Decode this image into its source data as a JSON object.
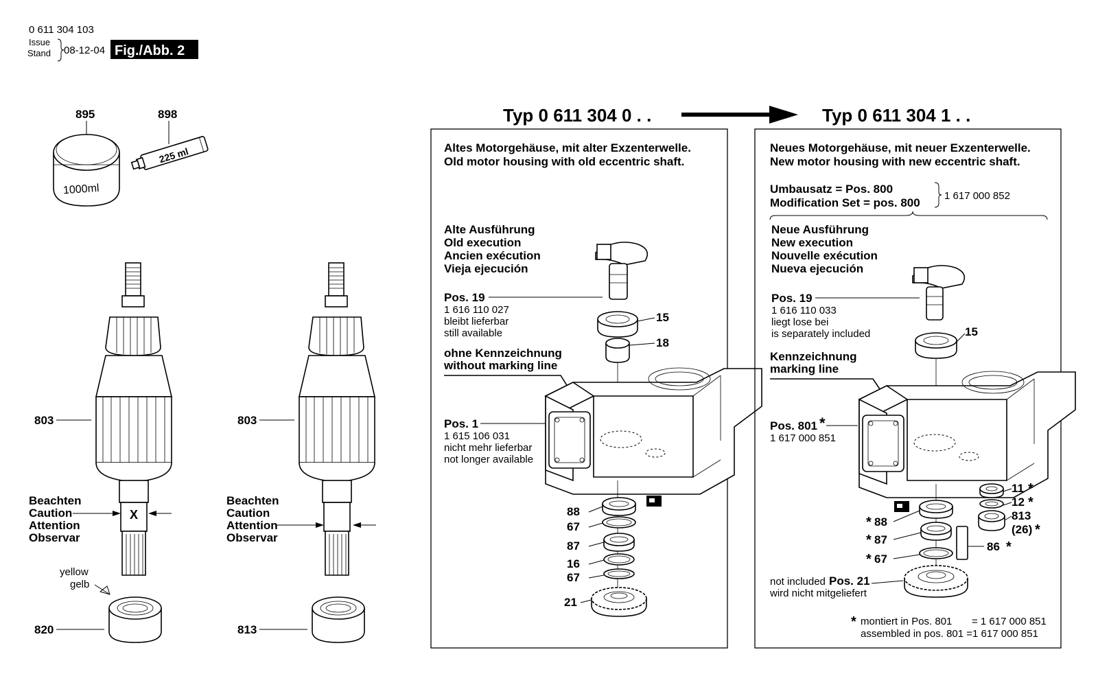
{
  "header": {
    "part_number": "0 611 304 103",
    "issue_label": "Issue",
    "stand_label": "Stand",
    "date": "08-12-04",
    "figure": "Fig./Abb. 2"
  },
  "consumables": {
    "pos_895": "895",
    "pos_898": "898",
    "tube_volume": "225 ml",
    "can_volume": "1000ml"
  },
  "armatures": {
    "left": {
      "pos": "803",
      "caution_lines": [
        "Beachten",
        "Caution",
        "Attention",
        "Observar"
      ],
      "x_mark": "X",
      "yellow": "yellow",
      "gelb": "gelb",
      "bearing_pos": "820"
    },
    "right": {
      "pos": "803",
      "caution_lines": [
        "Beachten",
        "Caution",
        "Attention",
        "Observar"
      ],
      "bearing_pos": "813"
    }
  },
  "type_old": {
    "title": "Typ 0 611 304 0 . .",
    "desc_de": "Altes Motorgehäuse, mit alter Exzenterwelle.",
    "desc_en": "Old motor housing with old eccentric shaft.",
    "execution": [
      "Alte Ausführung",
      "Old execution",
      "Ancien exécution",
      "Vieja ejecución"
    ],
    "pos19_label": "Pos. 19",
    "pos19_number": "1 616 110 027",
    "pos19_note1": "bleibt lieferbar",
    "pos19_note2": "still available",
    "marking1": "ohne Kennzeichnung",
    "marking2": "without marking line",
    "pos1_label": "Pos. 1",
    "pos1_number": "1 615 106 031",
    "pos1_note1": "nicht mehr lieferbar",
    "pos1_note2": "not longer available",
    "callouts": [
      "15",
      "18",
      "88",
      "67",
      "87",
      "16",
      "67",
      "21"
    ]
  },
  "type_new": {
    "title": "Typ 0 611 304 1 . .",
    "desc_de": "Neues Motorgehäuse, mit neuer Exzenterwelle.",
    "desc_en": "New motor housing with new eccentric shaft.",
    "kit_de": "Umbausatz = Pos. 800",
    "kit_en": "Modification Set = pos. 800",
    "kit_number": "1 617 000 852",
    "execution": [
      "Neue Ausführung",
      "New execution",
      "Nouvelle exécution",
      "Nueva ejecución"
    ],
    "pos19_label": "Pos. 19",
    "pos19_number": "1 616 110 033",
    "pos19_note1": "liegt lose bei",
    "pos19_note2": "is separately included",
    "marking1": "Kennzeichnung",
    "marking2": "marking line",
    "pos801_label": "Pos. 801",
    "pos801_star": "*",
    "pos801_number": "1 617 000 851",
    "callout_15": "15",
    "callouts_right": [
      "11",
      "12",
      "813",
      "(26)",
      "86"
    ],
    "callouts_left": [
      "88",
      "87",
      "67"
    ],
    "not_included_1": "not included",
    "not_included_pos": "Pos. 21",
    "not_included_2": "wird nicht mitgeliefert",
    "foot_star": "*",
    "foot_de": "montiert in Pos. 801",
    "foot_de_num": "= 1 617 000 851",
    "foot_en": "assembled in pos. 801 =1 617 000 851"
  }
}
